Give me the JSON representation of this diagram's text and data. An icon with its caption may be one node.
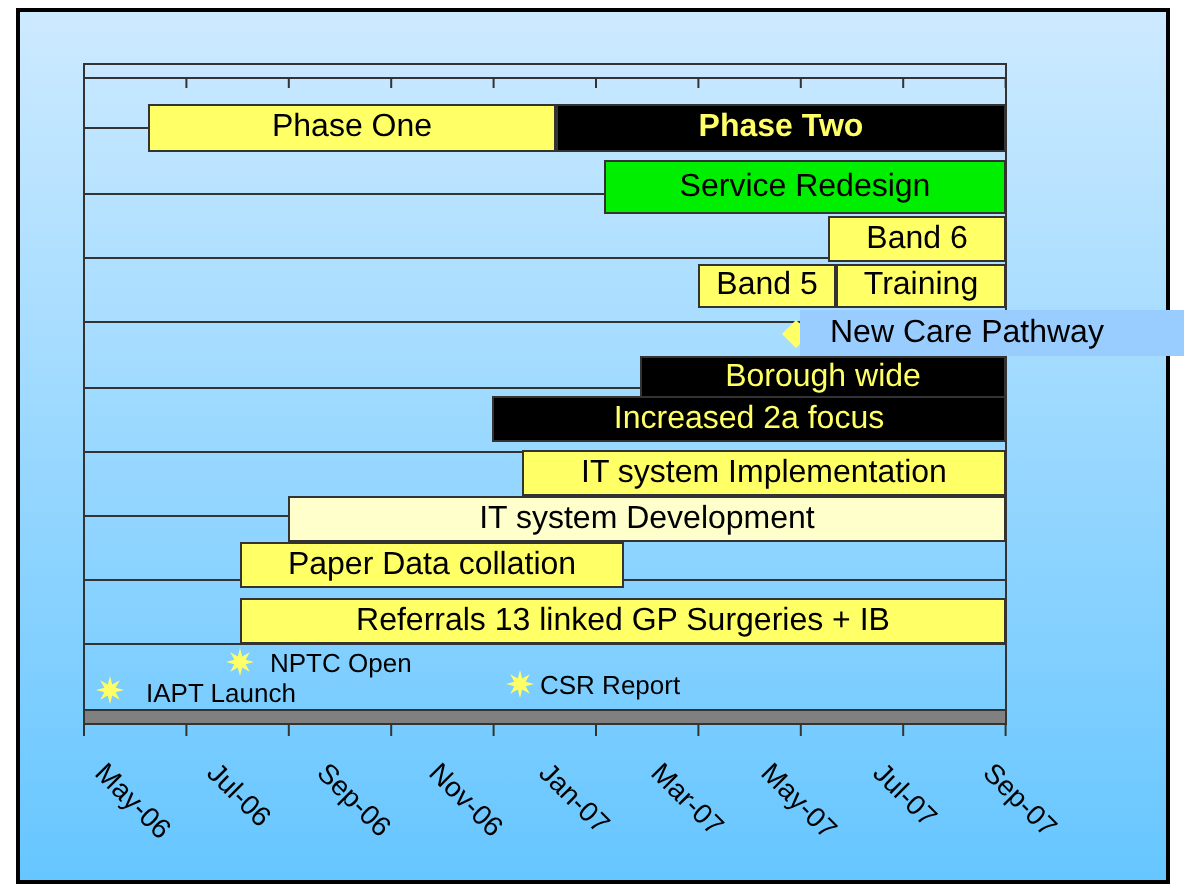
{
  "diagram": {
    "nodes": [
      {
        "text": [
          "Phase One"
        ]
      },
      {
        "text": [
          "Phase Two"
        ]
      },
      {
        "text": [
          "Service Redesign"
        ]
      },
      {
        "text": [
          "Band 6"
        ]
      },
      {
        "text": [
          "Band 5"
        ]
      },
      {
        "text": [
          "Training"
        ]
      },
      {
        "text": [
          "New Care Pathway"
        ]
      },
      {
        "text": [
          "Borough wide"
        ]
      },
      {
        "text": [
          "Increased 2a focus"
        ]
      },
      {
        "text": [
          "IT system Implementation"
        ]
      },
      {
        "text": [
          "IT system Development"
        ]
      },
      {
        "text": [
          "Paper Data collation"
        ]
      },
      {
        "text": [
          "Referrals 13 linked GP Surgeries + IB"
        ]
      }
    ],
    "edges": [],
    "labels": [
      "NPTC Open",
      "IAPT Launch",
      "CSR Report",
      "May-06",
      "Jul-06",
      "Sep-06",
      "Nov-06",
      "Jan-07",
      "Mar-07",
      "May-07",
      "Jul-07",
      "Sep-07"
    ]
  }
}
